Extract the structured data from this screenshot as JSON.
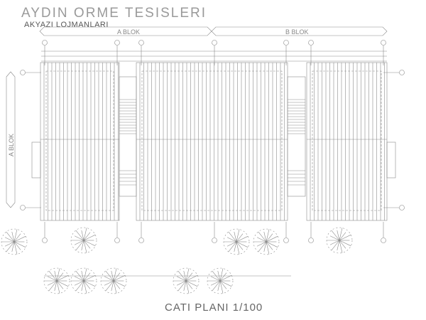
{
  "drawing": {
    "title": "AYDIN ORME TESISLERI",
    "subtitle": "AKYAZI LOJMANLARI",
    "block_a_label": "A BLOK",
    "block_b_label": "B BLOK",
    "side_label": "A BLOK",
    "footer": "CATI PLANI 1/100"
  }
}
